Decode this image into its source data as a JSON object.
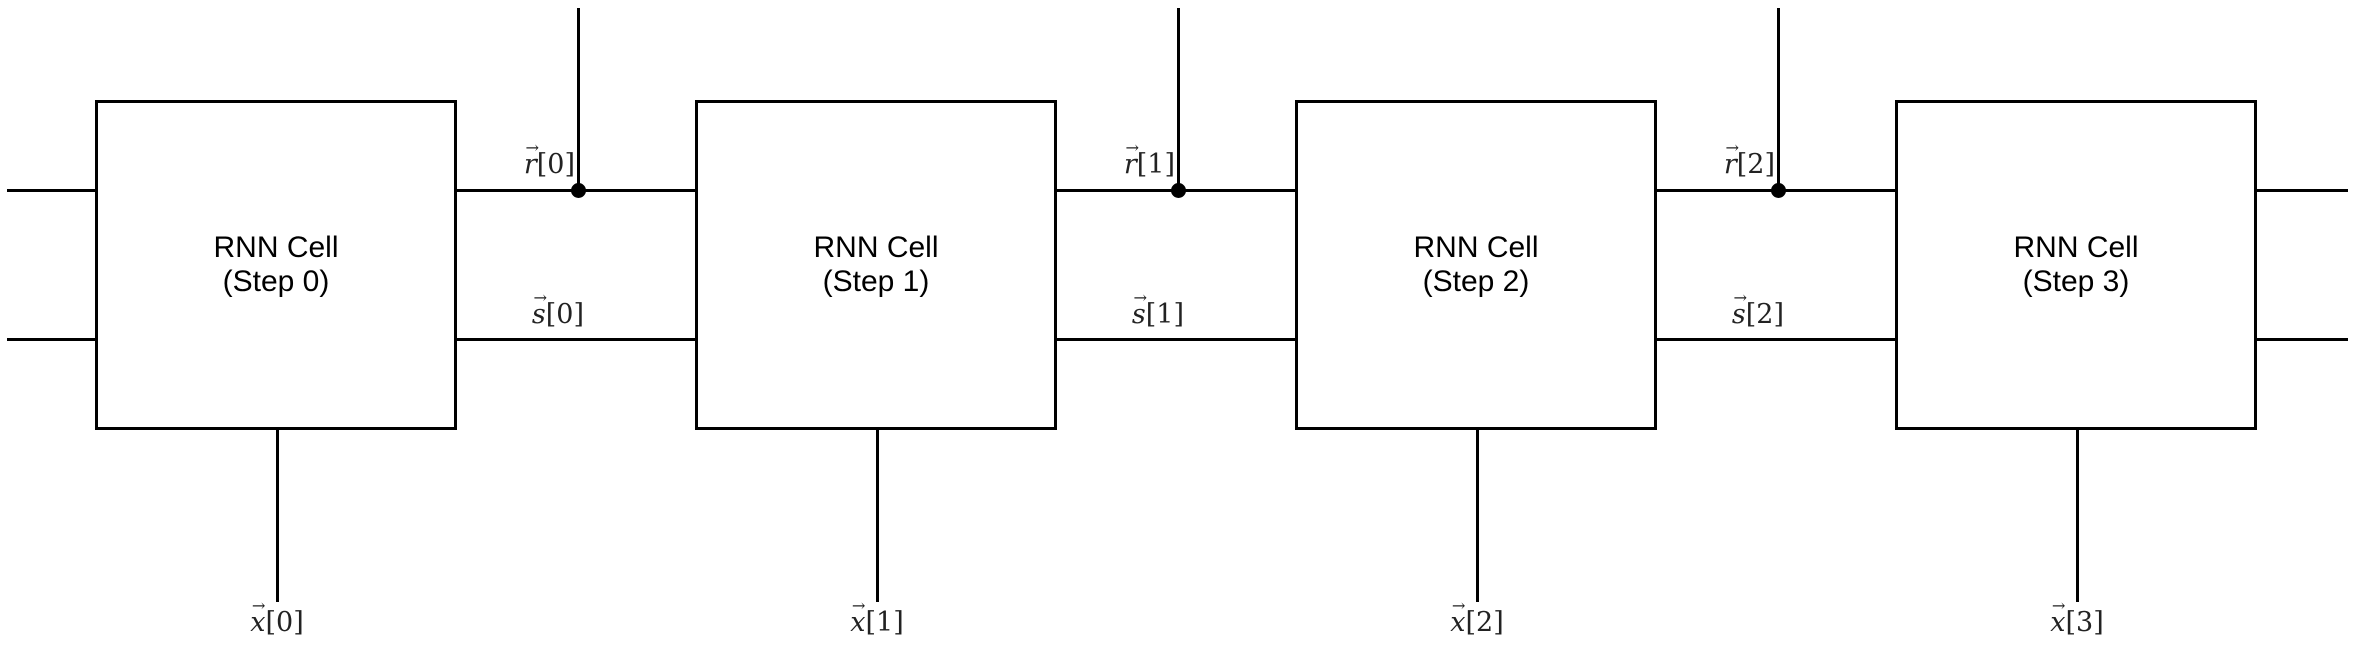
{
  "diagram": {
    "background_color": "#ffffff",
    "line_color": "#000000",
    "label_color": "#222222",
    "cells": [
      {
        "title": "RNN Cell",
        "subtitle": "(Step 0)",
        "input": {
          "arrow": "→",
          "base": "x",
          "idx": "[0]"
        }
      },
      {
        "title": "RNN Cell",
        "subtitle": "(Step 1)",
        "input": {
          "arrow": "→",
          "base": "x",
          "idx": "[1]"
        }
      },
      {
        "title": "RNN Cell",
        "subtitle": "(Step 2)",
        "input": {
          "arrow": "→",
          "base": "x",
          "idx": "[2]"
        }
      },
      {
        "title": "RNN Cell",
        "subtitle": "(Step 3)",
        "input": {
          "arrow": "→",
          "base": "x",
          "idx": "[3]"
        }
      }
    ],
    "junctions": [
      {
        "r": {
          "arrow": "→",
          "base": "r",
          "idx": "[0]"
        },
        "s": {
          "arrow": "→",
          "base": "s",
          "idx": "[0]"
        }
      },
      {
        "r": {
          "arrow": "→",
          "base": "r",
          "idx": "[1]"
        },
        "s": {
          "arrow": "→",
          "base": "s",
          "idx": "[1]"
        }
      },
      {
        "r": {
          "arrow": "→",
          "base": "r",
          "idx": "[2]"
        },
        "s": {
          "arrow": "→",
          "base": "s",
          "idx": "[2]"
        }
      }
    ]
  }
}
